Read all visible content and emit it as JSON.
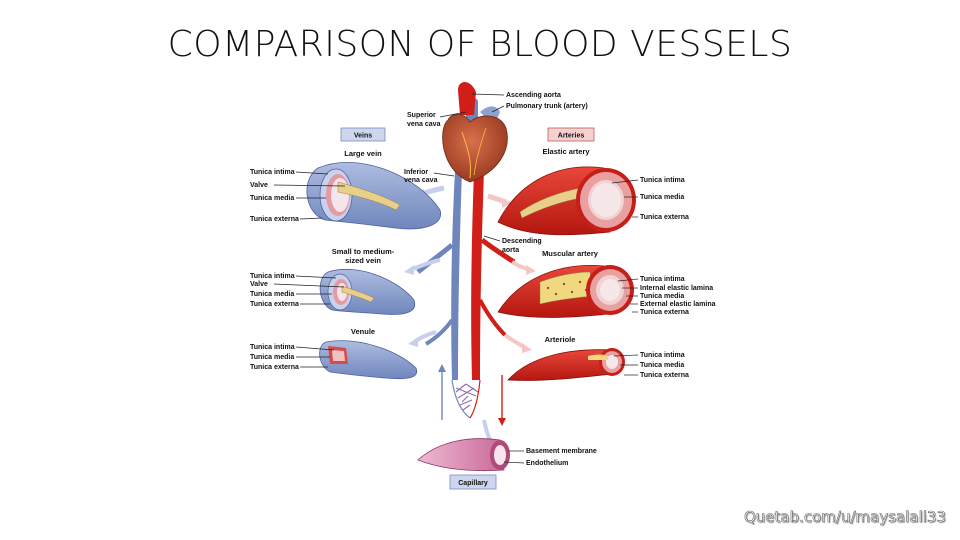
{
  "title": "COMPARISON OF BLOOD VESSELS",
  "watermark": "Quetab.com/u/maysalali33",
  "boxes": {
    "veins": "Veins",
    "arteries": "Arteries",
    "capillary": "Capillary"
  },
  "heart": {
    "ascending_aorta": "Ascending aorta",
    "pulmonary_trunk": "Pulmonary trunk (artery)",
    "superior_vena_cava_1": "Superior",
    "superior_vena_cava_2": "vena cava",
    "inferior_vena_cava_1": "Inferior",
    "inferior_vena_cava_2": "vena cava",
    "descending_aorta_1": "Descending",
    "descending_aorta_2": "aorta"
  },
  "veins": {
    "large": {
      "name": "Large vein",
      "labels": [
        "Tunica intima",
        "Valve",
        "Tunica media",
        "Tunica externa"
      ]
    },
    "small": {
      "name_1": "Small to medium-",
      "name_2": "sized vein",
      "labels": [
        "Tunica intima",
        "Valve",
        "Tunica media",
        "Tunica externa"
      ]
    },
    "venule": {
      "name": "Venule",
      "labels": [
        "Tunica intima",
        "Tunica media",
        "Tunica externa"
      ]
    }
  },
  "arteries": {
    "elastic": {
      "name": "Elastic artery",
      "labels": [
        "Tunica intima",
        "Tunica media",
        "Tunica externa"
      ]
    },
    "muscular": {
      "name": "Muscular artery",
      "labels": [
        "Tunica intima",
        "Internal elastic lamina",
        "Tunica media",
        "External elastic lamina",
        "Tunica externa"
      ]
    },
    "arteriole": {
      "name": "Arteriole",
      "labels": [
        "Tunica intima",
        "Tunica media",
        "Tunica externa"
      ]
    }
  },
  "capillary": {
    "labels": [
      "Basement membrane",
      "Endothelium"
    ]
  },
  "colors": {
    "vein": "#8fa2cf",
    "vein_dark": "#5f76b0",
    "artery": "#d82a22",
    "artery_dark": "#a8140f",
    "media": "#e8a0a0",
    "valve": "#e8cf8a",
    "capillary": "#d98ab0"
  }
}
